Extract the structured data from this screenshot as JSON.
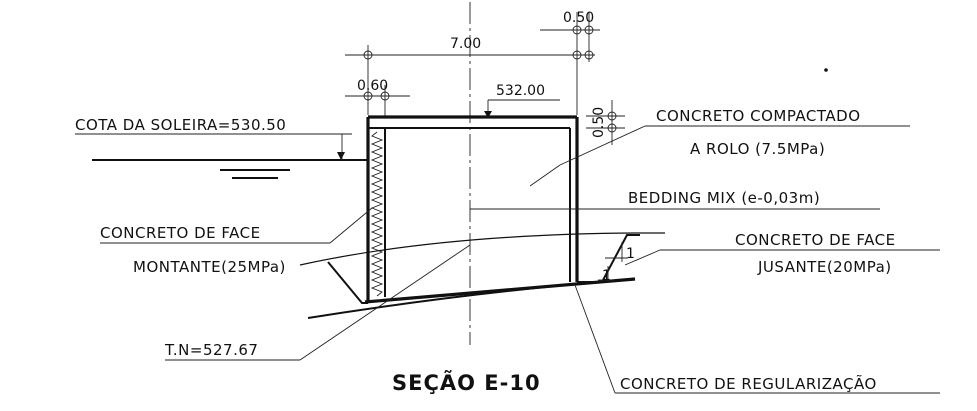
{
  "dimensions": {
    "width": "7.00",
    "offset": "0.50",
    "face": "0.60",
    "crest": "532.00",
    "cap": "0.50"
  },
  "labels": {
    "crest_level": "COTA DA SOLEIRA=530.50",
    "rcc_1": "CONCRETO COMPACTADO",
    "rcc_2": "A ROLO (7.5MPa)",
    "bedding": "BEDDING MIX (e-0,03m)",
    "upstream_face_1": "CONCRETO DE FACE",
    "upstream_face_2": "MONTANTE(25MPa)",
    "downstream_face_1": "CONCRETO DE FACE",
    "downstream_face_2": "JUSANTE(20MPa)",
    "terrain": "T.N=527.67",
    "regularization": "CONCRETO DE REGULARIZAÇÃO",
    "slope": "1"
  },
  "title": "SEÇÃO E-10"
}
